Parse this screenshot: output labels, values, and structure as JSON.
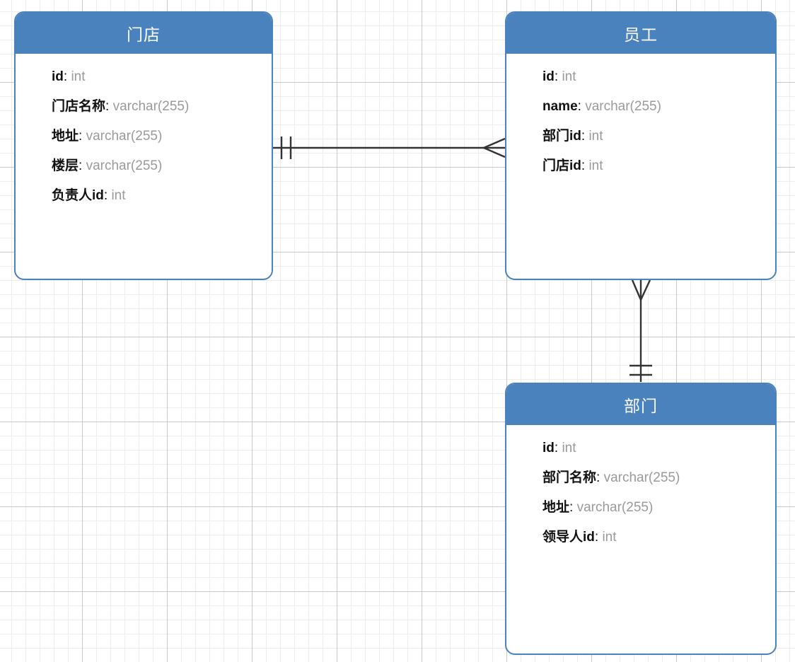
{
  "diagram": {
    "type": "er-diagram",
    "notation": "crows-foot",
    "background": "grid",
    "colors": {
      "entity_header_fill": "#4a82bd",
      "entity_border": "#4a82bd",
      "entity_body_fill": "#ffffff",
      "field_name_text": "#111111",
      "field_type_text": "#9a9a9a",
      "connector_line": "#333333",
      "grid_minor": "#ededed",
      "grid_major": "#c9c9c9"
    },
    "entities": [
      {
        "id": "store",
        "title": "门店",
        "fields": [
          {
            "name": "id",
            "type": "int"
          },
          {
            "name": "门店名称",
            "type": "varchar(255)"
          },
          {
            "name": "地址",
            "type": "varchar(255)"
          },
          {
            "name": "楼层",
            "type": "varchar(255)"
          },
          {
            "name": "负责人id",
            "type": "int"
          }
        ]
      },
      {
        "id": "employee",
        "title": "员工",
        "fields": [
          {
            "name": "id",
            "type": "int"
          },
          {
            "name": "name",
            "type": "varchar(255)"
          },
          {
            "name": "部门id",
            "type": "int"
          },
          {
            "name": "门店id",
            "type": "int"
          }
        ]
      },
      {
        "id": "department",
        "title": "部门",
        "fields": [
          {
            "name": "id",
            "type": "int"
          },
          {
            "name": "部门名称",
            "type": "varchar(255)"
          },
          {
            "name": "地址",
            "type": "varchar(255)"
          },
          {
            "name": "领导人id",
            "type": "int"
          }
        ]
      }
    ],
    "relationships": [
      {
        "id": "store-employee",
        "from": "store",
        "to": "employee",
        "from_cardinality": "one-and-only-one",
        "to_cardinality": "many",
        "orientation": "horizontal"
      },
      {
        "id": "department-employee",
        "from": "department",
        "to": "employee",
        "from_cardinality": "one-and-only-one",
        "to_cardinality": "many",
        "orientation": "vertical"
      }
    ]
  }
}
